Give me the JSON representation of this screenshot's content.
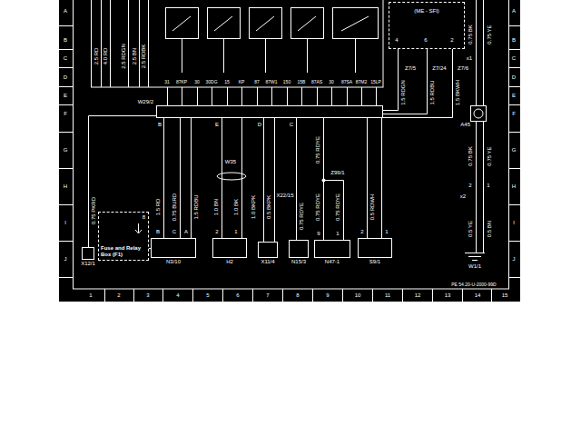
{
  "diagram": {
    "nodes": [
      {
        "text": [
          "(ME - SFI)"
        ]
      },
      {
        "text": [
          "W29/2"
        ]
      },
      {
        "text": [
          "A45"
        ]
      },
      {
        "text": [
          "8",
          "Fuse and Relay Box (F1)"
        ]
      },
      {
        "text": [
          "N3/10"
        ]
      },
      {
        "text": [
          "H2"
        ]
      },
      {
        "text": [
          "X11/4"
        ]
      },
      {
        "text": [
          "N15/3"
        ]
      },
      {
        "text": [
          "N47-1"
        ]
      },
      {
        "text": [
          "S9/1"
        ]
      },
      {
        "text": [
          "X12/1"
        ]
      },
      {
        "text": [
          "W1/1"
        ]
      }
    ],
    "edges": [
      {
        "from": 0,
        "to": 1,
        "arrow": "none"
      },
      {
        "from": 1,
        "to": 4,
        "arrow": "none"
      },
      {
        "from": 1,
        "to": 5,
        "arrow": "none"
      },
      {
        "from": 1,
        "to": 6,
        "arrow": "none"
      },
      {
        "from": 1,
        "to": 7,
        "arrow": "none"
      },
      {
        "from": 1,
        "to": 8,
        "arrow": "none"
      },
      {
        "from": 1,
        "to": 9,
        "arrow": "none"
      },
      {
        "from": 10,
        "to": 1,
        "arrow": "none"
      },
      {
        "from": 3,
        "to": 4,
        "arrow": "none"
      },
      {
        "from": 2,
        "to": 11,
        "arrow": "none"
      }
    ],
    "labels": [
      "A",
      "B",
      "C",
      "D",
      "E",
      "F",
      "G",
      "H",
      "I",
      "J",
      "A",
      "B",
      "C",
      "D",
      "E",
      "F",
      "G",
      "H",
      "I",
      "J",
      "1",
      "2",
      "3",
      "4",
      "5",
      "6",
      "7",
      "8",
      "9",
      "10",
      "11",
      "12",
      "13",
      "14",
      "15",
      "PE 54.20-U-2000-99D",
      "2.5 RD",
      "4.0 RD",
      "2.5 RDGN",
      "2.5 BN",
      "2.5 RDBK",
      "31",
      "87KP",
      "30",
      "30DG",
      "15",
      "KP",
      "87",
      "87W1",
      "150",
      "15B",
      "87AS",
      "30",
      "87SA",
      "87M2",
      "15LP",
      "B",
      "E",
      "D",
      "C",
      "4",
      "6",
      "2",
      "Z7/5",
      "Z7/24",
      "Z7/6",
      "x1",
      "1.5 RDGN",
      "1.5 RDBU",
      "1.5 BKWH",
      "0.75 BK",
      "0.75 YE",
      "0.75 BK",
      "0.75 YE",
      "2",
      "1",
      "x2",
      "0.5 YE",
      "0.5 BN",
      "Z99/1",
      "X22/15",
      "W35",
      "0.75 RDYE",
      "0.75 RDYE",
      "0.75 RDYE",
      "0.75 RDYE",
      "0.5 RDWH",
      "0.75 PKRD",
      "1.5 RD",
      "0.75 BURD",
      "1.5 RDBU",
      "1.0 BN",
      "1.0 BK",
      "1.0 BKPK",
      "0.5 BKPK",
      "B",
      "C",
      "A",
      "2",
      "1",
      "9",
      "1",
      "2",
      "1"
    ]
  }
}
